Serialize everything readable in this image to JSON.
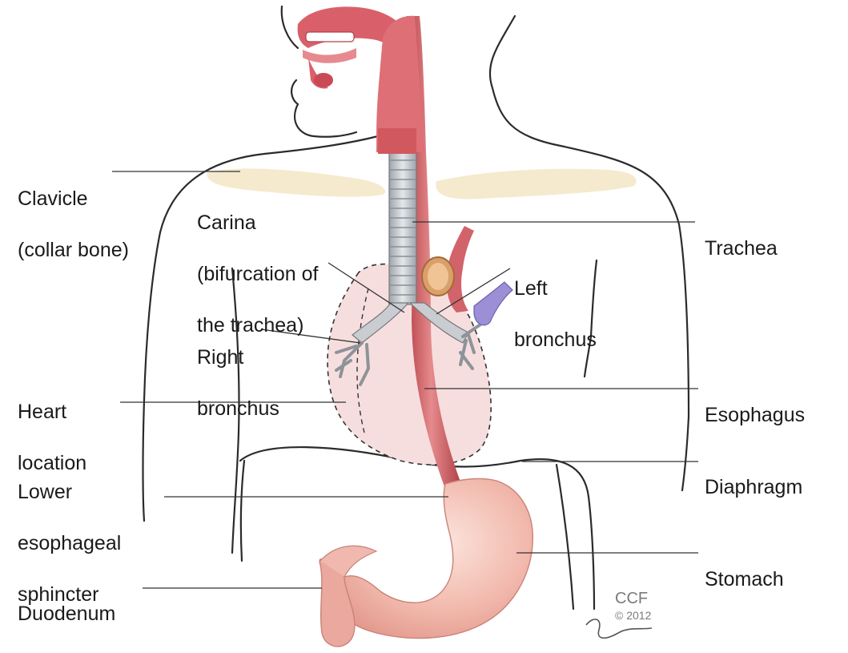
{
  "labels": {
    "clavicle": [
      "Clavicle",
      "(collar bone)"
    ],
    "carina": [
      "Carina",
      "(bifurcation of",
      "the trachea)"
    ],
    "trachea": [
      "Trachea"
    ],
    "left_bronchus": [
      "Left",
      "bronchus"
    ],
    "right_bronchus": [
      "Right",
      "bronchus"
    ],
    "heart_location": [
      "Heart",
      "location"
    ],
    "esophagus": [
      "Esophagus"
    ],
    "lower_esophageal_sphincter": [
      "Lower",
      "esophageal",
      "sphincter"
    ],
    "diaphragm": [
      "Diaphragm"
    ],
    "stomach": [
      "Stomach"
    ],
    "duodenum": [
      "Duodenum"
    ]
  },
  "credit": {
    "org": "CCF",
    "copyright": "© 2012"
  },
  "colors": {
    "outline": "#2b2b2b",
    "clavicle": "#f3e6c4",
    "heart_fill": "#f7dede",
    "esophagus": "#c9565a",
    "trachea_rings": "#c9cdd2",
    "stomach": "#f2b8ae",
    "mouth_red": "#d9606a"
  }
}
